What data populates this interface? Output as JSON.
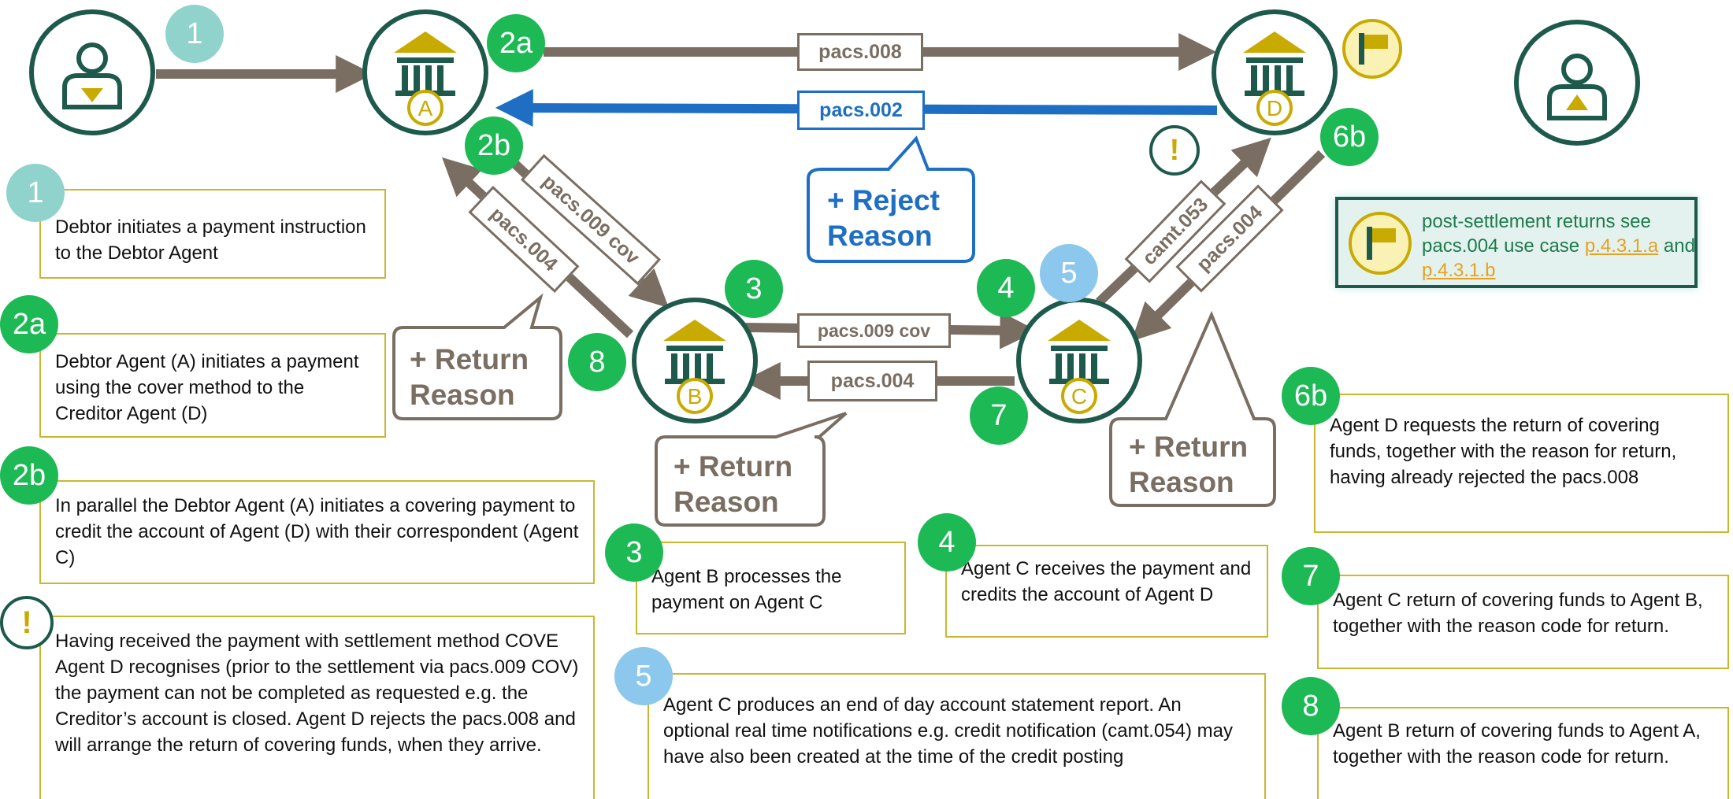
{
  "diagram": {
    "agents": {
      "a": "A",
      "b": "B",
      "c": "C",
      "d": "D"
    },
    "messages": {
      "pacs008": "pacs.008",
      "pacs002": "pacs.002",
      "pacs009cov_diag": "pacs.009 cov",
      "pacs004_diag": "pacs.004",
      "pacs009cov_h": "pacs.009 cov",
      "pacs004_h": "pacs.004",
      "camt053": "camt.053",
      "pacs004_right": "pacs.004"
    },
    "bubbles": {
      "reject_1": "+ Reject",
      "reject_2": "Reason",
      "return_left_1": "+ Return",
      "return_left_2": "Reason",
      "return_mid_1": "+ Return",
      "return_mid_2": "Reason",
      "return_right_1": "+ Return",
      "return_right_2": "Reason"
    },
    "step_labels": {
      "s1": "1",
      "s2a": "2a",
      "s2b": "2b",
      "s3": "3",
      "s4": "4",
      "s5": "5",
      "s6b": "6b",
      "s7": "7",
      "s8": "8",
      "excl": "!"
    },
    "colors": {
      "green": "#1db954",
      "teal": "#8fd3cc",
      "lightblue": "#8cc7ee",
      "dark": "#1e5a4c",
      "gold": "#c8aa00",
      "brown": "#7a6e62",
      "blue": "#1e6fc4"
    }
  },
  "descriptions": {
    "d1": {
      "num": "1",
      "text": "Debtor initiates a payment instruction to the Debtor Agent"
    },
    "d2a": {
      "num": "2a",
      "text": "Debtor Agent (A) initiates a payment using the cover method to the Creditor Agent (D)"
    },
    "d2b": {
      "num": "2b",
      "text": "In parallel the Debtor Agent (A) initiates a covering payment to credit the account of Agent (D) with their correspondent (Agent C)"
    },
    "dexcl": {
      "num": "!",
      "text": "Having received the payment with settlement method COVE Agent D recognises (prior to the settlement via pacs.009 COV) the payment can not be completed as requested e.g. the Creditor’s account is closed. Agent D rejects the pacs.008 and will arrange the return of covering funds, when they arrive."
    },
    "d3": {
      "num": "3",
      "text": "Agent B processes the payment on Agent C"
    },
    "d4": {
      "num": "4",
      "text": "Agent C receives the payment and credits the account of Agent D"
    },
    "d5": {
      "num": "5",
      "text": "Agent C produces an end of day account statement report. An optional real time notifications e.g. credit notification (camt.054) may have also been created at the time of the credit posting"
    },
    "d6b": {
      "num": "6b",
      "text": "Agent D requests the return of covering funds, together with the reason for return, having already rejected the pacs.008"
    },
    "d7": {
      "num": "7",
      "text": "Agent C return of covering funds to Agent B, together with the reason code for return."
    },
    "d8": {
      "num": "8",
      "text": "Agent B return of covering funds to Agent A, together with the reason code for return."
    }
  },
  "note": {
    "text": "post-settlement returns see pacs.004 use case",
    "link1": "p.4.3.1.a",
    "and": "and",
    "link2": "p.4.3.1.b"
  }
}
